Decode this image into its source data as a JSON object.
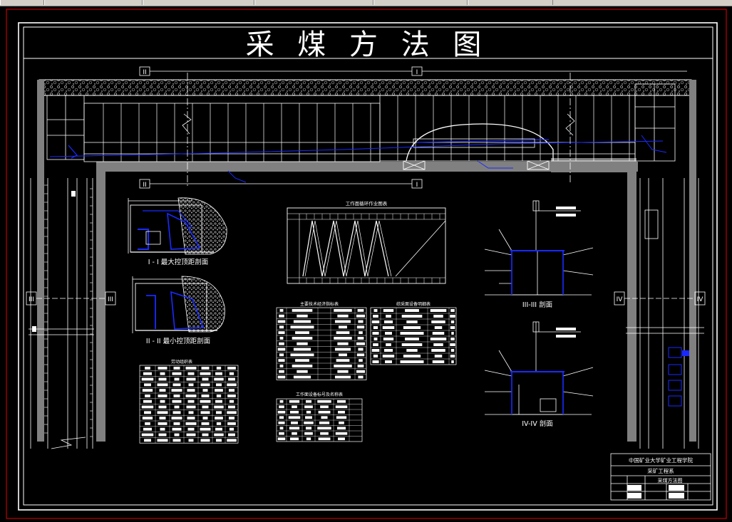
{
  "drawing": {
    "title": "采 煤 方 法 图",
    "section_marks": {
      "top_left": "II",
      "top_right": "I",
      "bottom_left": "II",
      "bottom_right": "I",
      "left_side": "III",
      "left_side_inner": "III",
      "right_side": "IV",
      "right_side_inner": "IV"
    }
  },
  "sections": {
    "max_support": "I - I 最大控顶距剖面",
    "min_support": "II - II 最小控顶距剖面",
    "section_3": "III-III 剖面",
    "section_4": "IV-IV 剖面"
  },
  "tables": {
    "cycle_chart": "工作面循环作业图表",
    "labor": "劳动组织表",
    "tech_indicators": "主要技术经济指标表",
    "equipment": "综采面设备明细表",
    "face_equipment": "工作面设备标号及名称表"
  },
  "title_block": {
    "school": "中国矿业大学矿业工程学院",
    "project": "采矿工程系",
    "drawing_name": "采煤方法图"
  },
  "colors": {
    "line": "#ffffff",
    "accent": "#1a2aff",
    "wall": "#808080",
    "frame": "#c00000"
  }
}
